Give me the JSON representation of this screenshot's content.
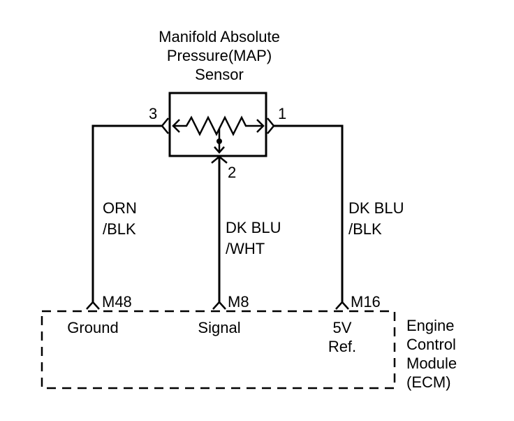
{
  "sensor": {
    "title_line1": "Manifold Absolute",
    "title_line2": "Pressure(MAP)",
    "title_line3": "Sensor",
    "pin_3": "3",
    "pin_1": "1",
    "pin_2": "2"
  },
  "wires": {
    "ground": {
      "color_line1": "ORN",
      "color_line2": "/BLK",
      "ecm_pin": "M48",
      "function": "Ground"
    },
    "signal": {
      "color_line1": "DK BLU",
      "color_line2": "/WHT",
      "ecm_pin": "M8",
      "function": "Signal"
    },
    "reference": {
      "color_line1": "DK BLU",
      "color_line2": "/BLK",
      "ecm_pin": "M16",
      "function_line1": "5V",
      "function_line2": "Ref."
    }
  },
  "ecm": {
    "line1": "Engine",
    "line2": "Control",
    "line3": "Module",
    "line4": "(ECM)"
  }
}
